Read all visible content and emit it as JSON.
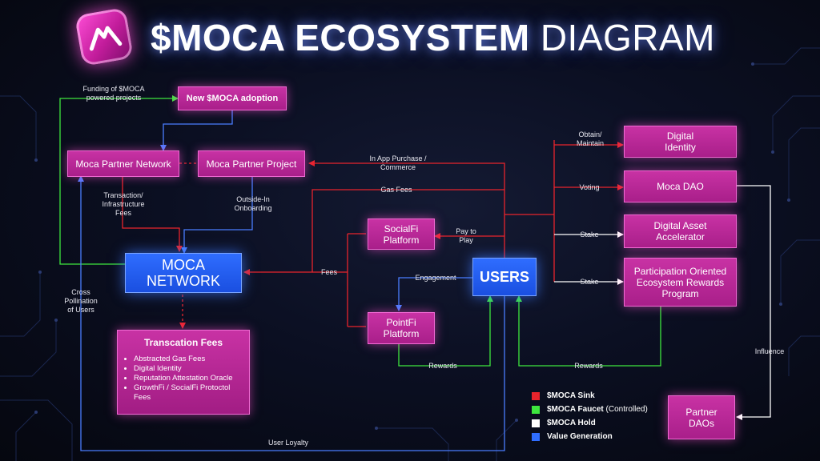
{
  "title": {
    "bold": "$MOCA ECOSYSTEM",
    "light": "DIAGRAM"
  },
  "nodes": {
    "new_adoption": "New $MOCA adoption",
    "partner_network": "Moca Partner Network",
    "partner_project": "Moca Partner Project",
    "moca_network": "MOCA NETWORK",
    "socialfi": "SocialFi Platform",
    "pointfi": "PointFi Platform",
    "users": "USERS",
    "digital_identity": "Digital Identity",
    "moca_dao": "Moca DAO",
    "digital_asset_accelerator": "Digital Asset Accelerator",
    "porp": "Participation Oriented Ecosystem Rewards Program",
    "partner_daos": "Partner DAOs"
  },
  "transaction_fees": {
    "title": "Transcation Fees",
    "items": [
      "Abstracted Gas Fees",
      "Digital Identity",
      "Reputation Attestation Oracle",
      "GrowthFi / SocialFi Protoctol Fees"
    ]
  },
  "edge_labels": {
    "funding": "Funding of $MOCA powered projects",
    "transaction_infra_fees": "Transaction/ Infrastructure Fees",
    "outside_in": "Outside-In Onboarding",
    "in_app_purchase": "In App Purchase / Commerce",
    "gas_fees": "Gas Fees",
    "pay_to_play": "Pay to Play",
    "fees": "Fees",
    "engagement": "Engagement",
    "rewards_pointfi": "Rewards",
    "rewards_porp": "Rewards",
    "cross_pollination": "Cross Pollination of Users",
    "user_loyalty": "User Loyalty",
    "obtain_maintain": "Obtain/ Maintain",
    "voting": "Voting",
    "stake_accelerator": "Stake",
    "stake_porp": "Stake",
    "influence": "Influence"
  },
  "legend": [
    {
      "label": "$MOCA Sink",
      "note": "",
      "color": "#e8242c"
    },
    {
      "label": "$MOCA Faucet",
      "note": "(Controlled)",
      "color": "#3ee63e"
    },
    {
      "label": "$MOCA Hold",
      "note": "",
      "color": "#ffffff"
    },
    {
      "label": "Value Generation",
      "note": "",
      "color": "#2f6dff"
    }
  ],
  "colors": {
    "sink": "#e8242c",
    "faucet": "#3ee63e",
    "hold": "#ffffff",
    "value": "#4a7dff",
    "node_pink": "#b8268f",
    "node_blue": "#1f5cff"
  }
}
